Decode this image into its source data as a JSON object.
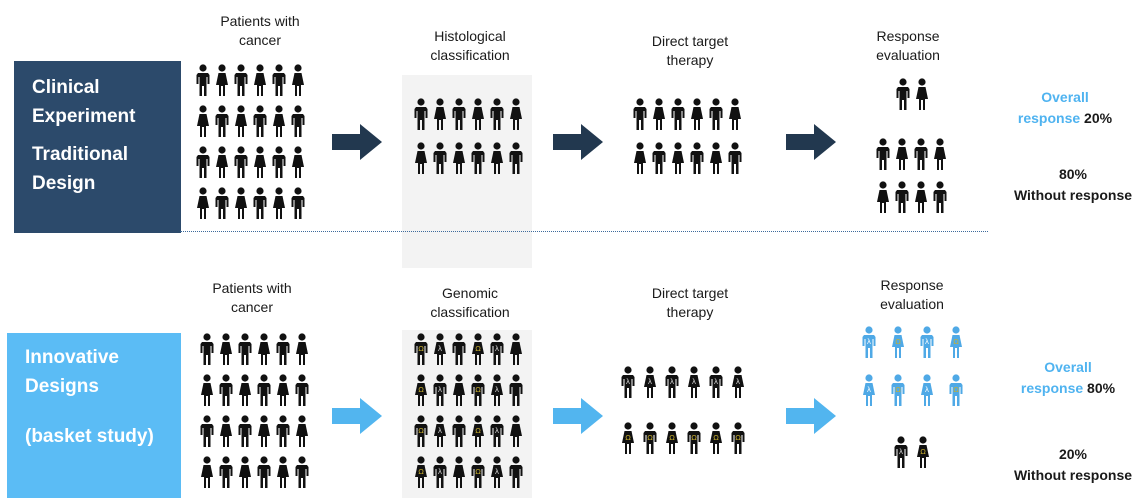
{
  "colors": {
    "dark_box": "#2c4a6b",
    "light_box": "#5bbcf5",
    "dark_arrow": "#22384f",
    "light_arrow": "#52b5ef",
    "blue_person": "#4fa9e6",
    "gold": "#c9b02f"
  },
  "top": {
    "box_lines": [
      "Clinical",
      "Experiment",
      "Traditional",
      "Design"
    ],
    "stage1": "Patients with\ncancer",
    "stage2": "Histological\nclassification",
    "stage3": "Direct target\ntherapy",
    "stage4": "Response\nevaluation",
    "overall_label": "Overall",
    "response_word": "response",
    "overall_value": "20%",
    "without_value": "80%",
    "without_label": "Without response"
  },
  "bottom": {
    "box_lines": [
      "Innovative",
      "Designs",
      "(basket study)"
    ],
    "stage1": "Patients with\ncancer",
    "stage2": "Genomic\nclassification",
    "stage3": "Direct target\ntherapy",
    "stage4": "Response\nevaluation",
    "overall_label": "Overall",
    "response_word": "response",
    "overall_value": "80%",
    "without_value": "20%",
    "without_label": "Without response"
  },
  "icons": {
    "lambda": "λ",
    "omega": "Ω"
  }
}
